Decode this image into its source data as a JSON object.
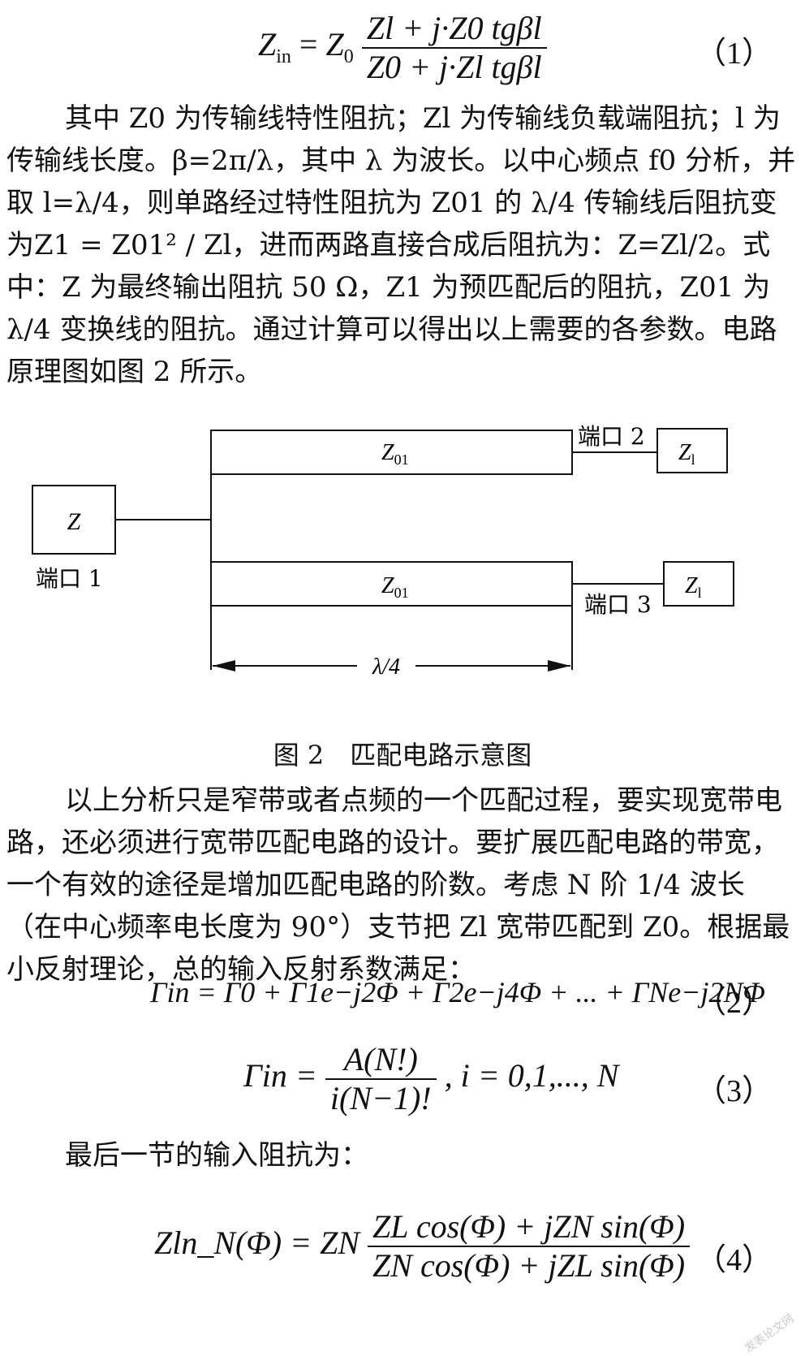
{
  "eq1": {
    "lhs": "Z",
    "lhs_sub": "in",
    "coef": "Z",
    "coef_sub": "0",
    "num": "Zl + j·Z0 tgβl",
    "den": "Z0 + j·Zl tgβl",
    "number": "（1）"
  },
  "para1": "其中 Z0 为传输线特性阻抗；Zl 为传输线负载端阻抗；l 为传输线长度。β=2π/λ，其中 λ 为波长。以中心频点 f0 分析，并取 l=λ/4，则单路经过特性阻抗为 Z01 的 λ/4 传输线后阻抗变为Z1 = Z01² / Zl，进而两路直接合成后阻抗为：Z=Zl/2。式中：Z 为最终输出阻抗 50 Ω，Z1 为预匹配后的阻抗，Z01 为 λ/4 变换线的阻抗。通过计算可以得出以上需要的各参数。电路原理图如图 2 所示。",
  "figure": {
    "source_label": "Z",
    "port1": "端口 1",
    "port2": "端口 2",
    "port3": "端口 3",
    "line_label_main": "Z",
    "line_label_sub": "01",
    "load_label_main": "Z",
    "load_label_sub": "l",
    "length_label": "λ/4",
    "caption": "图 2　匹配电路示意图"
  },
  "para2": "以上分析只是窄带或者点频的一个匹配过程，要实现宽带电路，还必须进行宽带匹配电路的设计。要扩展匹配电路的带宽，一个有效的途径是增加匹配电路的阶数。考虑 N 阶 1/4 波长（在中心频率电长度为 90°）支节把 Zl 宽带匹配到 Z0。根据最小反射理论，总的输入反射系数满足：",
  "eq2": {
    "text": "Γin = Γ0 + Γ1e−j2Φ + Γ2e−j4Φ + ... + ΓNe−j2NΦ",
    "number": "（2）"
  },
  "eq3": {
    "lhs": "Γin =",
    "num": "A(N!)",
    "den": "i(N−1)!",
    "tail": ", i = 0,1,..., N",
    "number": "（3）"
  },
  "para3": "最后一节的输入阻抗为：",
  "eq4": {
    "lhs": "Zln_N(Φ) = ZN",
    "num": "ZL cos(Φ) + jZN sin(Φ)",
    "den": "ZN cos(Φ) + jZL sin(Φ)",
    "number": "（4）"
  },
  "watermark": "发表论文网"
}
